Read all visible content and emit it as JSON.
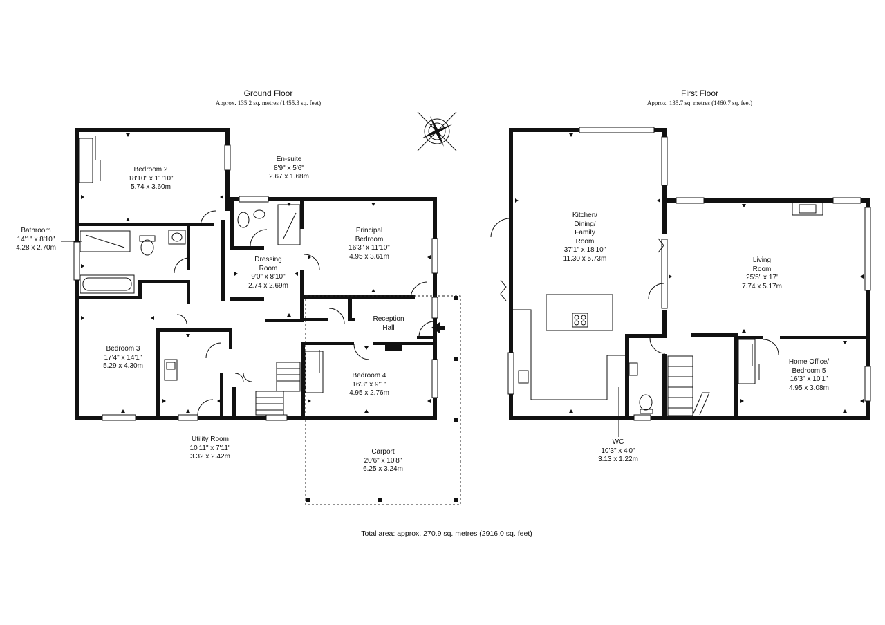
{
  "ground_floor": {
    "title": "Ground Floor",
    "area": "Approx. 135.2 sq. metres (1455.3 sq. feet)",
    "rooms": {
      "bedroom2": {
        "name": "Bedroom 2",
        "imperial": "18'10\" x 11'10\"",
        "metric": "5.74 x 3.60m"
      },
      "ensuite": {
        "name": "En-suite",
        "imperial": "8'9\" x 5'6\"",
        "metric": "2.67 x 1.68m"
      },
      "principal": {
        "name1": "Principal",
        "name2": "Bedroom",
        "imperial": "16'3\" x 11'10\"",
        "metric": "4.95 x 3.61m"
      },
      "bathroom": {
        "name": "Bathroom",
        "imperial": "14'1\" x 8'10\"",
        "metric": "4.28 x 2.70m"
      },
      "dressing": {
        "name1": "Dressing",
        "name2": "Room",
        "imperial": "9'0\" x 8'10\"",
        "metric": "2.74 x 2.69m"
      },
      "reception": {
        "name1": "Reception",
        "name2": "Hall"
      },
      "bedroom3": {
        "name": "Bedroom 3",
        "imperial": "17'4\" x 14'1\"",
        "metric": "5.29 x 4.30m"
      },
      "bedroom4": {
        "name": "Bedroom 4",
        "imperial": "16'3\" x 9'1\"",
        "metric": "4.95 x 2.76m"
      },
      "utility": {
        "name": "Utility Room",
        "imperial": "10'11\" x 7'11\"",
        "metric": "3.32 x 2.42m"
      },
      "carport": {
        "name": "Carport",
        "imperial": "20'6\" x 10'8\"",
        "metric": "6.25 x 3.24m"
      }
    }
  },
  "first_floor": {
    "title": "First Floor",
    "area": "Approx. 135.7 sq. metres (1460.7 sq. feet)",
    "rooms": {
      "kitchen": {
        "name1": "Kitchen/",
        "name2": "Dining/",
        "name3": "Family",
        "name4": "Room",
        "imperial": "37'1\" x 18'10\"",
        "metric": "11.30 x 5.73m"
      },
      "living": {
        "name1": "Living",
        "name2": "Room",
        "imperial": "25'5\" x 17'",
        "metric": "7.74 x 5.17m"
      },
      "office": {
        "name1": "Home Office/",
        "name2": "Bedroom 5",
        "imperial": "16'3\" x 10'1\"",
        "metric": "4.95 x 3.08m"
      },
      "wc": {
        "name": "WC",
        "imperial": "10'3\" x 4'0\"",
        "metric": "3.13 x 1.22m"
      }
    }
  },
  "total_area": "Total area: approx. 270.9 sq. metres (2916.0 sq. feet)",
  "colors": {
    "wall": "#111111",
    "background": "#ffffff"
  },
  "icons": [
    "compass-rose-icon",
    "front-door-arrow-icon",
    "hob-icon",
    "sink-icon",
    "toilet-icon",
    "bath-icon",
    "shower-icon"
  ]
}
